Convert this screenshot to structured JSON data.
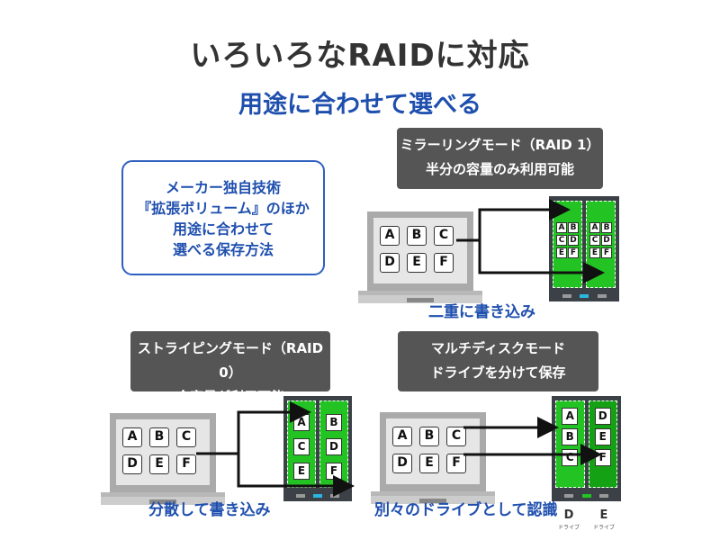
{
  "title": "いろいろなRAIDに対応",
  "subtitle": "用途に合わせて選べる",
  "feature_box": {
    "lines": [
      "メーカー独自技術",
      "『拡張ボリューム』のほか",
      "用途に合わせて",
      "選べる保存方法"
    ]
  },
  "raid1": {
    "label_lines": [
      "ミラーリングモード（RAID 1）",
      "半分の容量のみ利用可能"
    ],
    "caption": "二重に書き込み",
    "drive_slots": [
      [
        "A",
        "B",
        "C",
        "D",
        "E",
        "F"
      ],
      [
        "A",
        "B",
        "C",
        "D",
        "E",
        "F"
      ]
    ]
  },
  "raid0": {
    "label_lines": [
      "ストライピングモード（RAID 0）",
      "全容量が利用可能"
    ],
    "caption": "分散して書き込み",
    "drive_slots": [
      [
        "A",
        "C",
        "E"
      ],
      [
        "B",
        "D",
        "F"
      ]
    ]
  },
  "multidisk": {
    "label_lines": [
      "マルチディスクモード",
      "ドライブを分けて保存"
    ],
    "caption": "別々のドライブとして認識",
    "drive_slots": [
      [
        "A",
        "B",
        "C"
      ],
      [
        "D",
        "E",
        "F"
      ]
    ],
    "drive_letters": [
      "D",
      "E"
    ],
    "drive_sublabel": "ドライブ"
  },
  "laptop_files": [
    "A",
    "B",
    "C",
    "D",
    "E",
    "F"
  ],
  "colors": {
    "title": "#333333",
    "accent_blue": "#1f4fae",
    "label_bg": "#555555",
    "drive_green": "#22c322",
    "drive_body": "#3b4147"
  }
}
